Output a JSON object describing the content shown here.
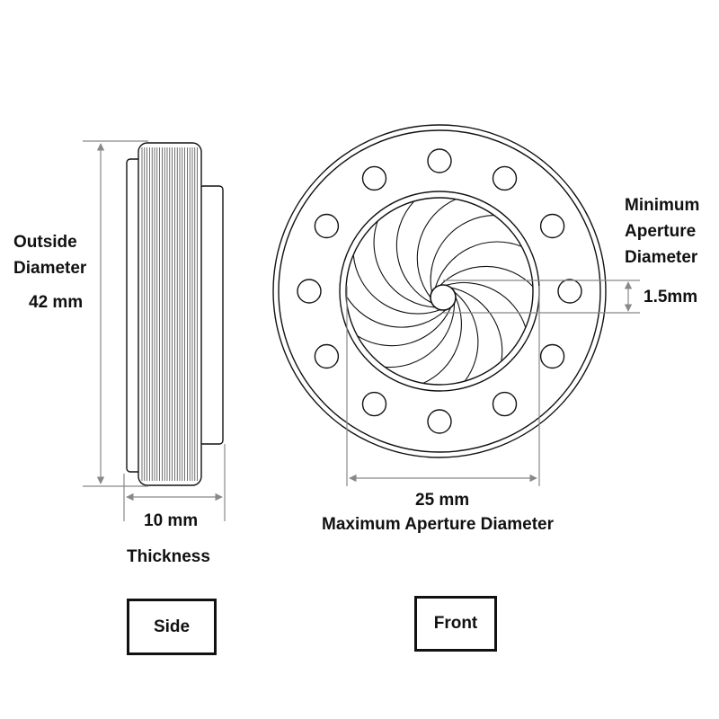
{
  "side_view": {
    "outside_diameter_label": "Outside Diameter",
    "outside_diameter_value": "42 mm",
    "thickness_value": "10 mm",
    "thickness_label": "Thickness",
    "view_label": "Side"
  },
  "front_view": {
    "minimum_aperture_label": "Minimum Aperture Diameter",
    "minimum_aperture_value": "1.5mm",
    "maximum_aperture_value": "25 mm",
    "maximum_aperture_label": "Maximum Aperture Diameter",
    "view_label": "Front",
    "mounting_hole_count": 12,
    "blade_count": 14
  },
  "colors": {
    "line": "#111111",
    "dimension": "#888888"
  }
}
